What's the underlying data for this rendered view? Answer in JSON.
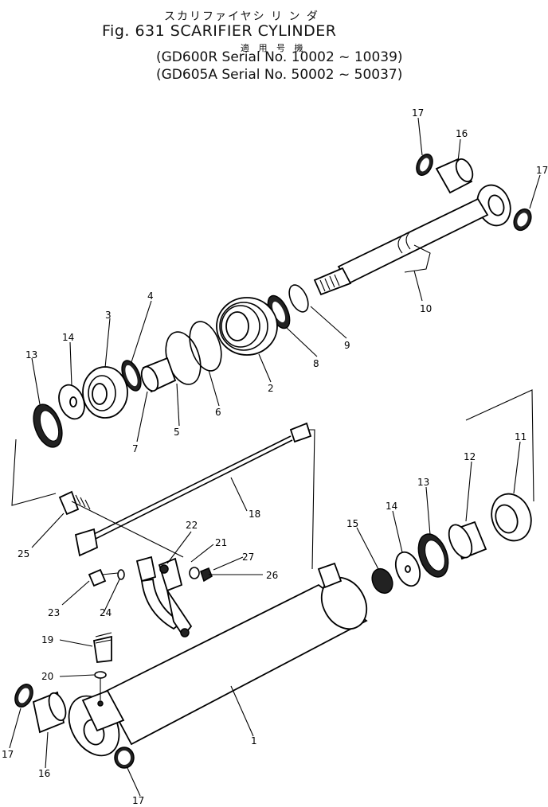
{
  "title": {
    "jp_name": "スカリファイヤシ リ ン ダ",
    "figure": "Fig. 631  SCARIFIER  CYLINDER",
    "jp_applicable": "適 用 号 機",
    "serial_1": "(GD600R  Serial  No.  10002 ~ 10039)",
    "serial_2": "(GD605A  Serial  No.  50002 ~ 50037)"
  },
  "callouts": [
    "17",
    "16",
    "17",
    "10",
    "9",
    "8",
    "2",
    "6",
    "5",
    "7",
    "4",
    "3",
    "14",
    "13",
    "18",
    "25",
    "22",
    "21",
    "27",
    "26",
    "23",
    "24",
    "19",
    "20",
    "1",
    "15",
    "14",
    "13",
    "12",
    "11",
    "17",
    "16",
    "17"
  ]
}
